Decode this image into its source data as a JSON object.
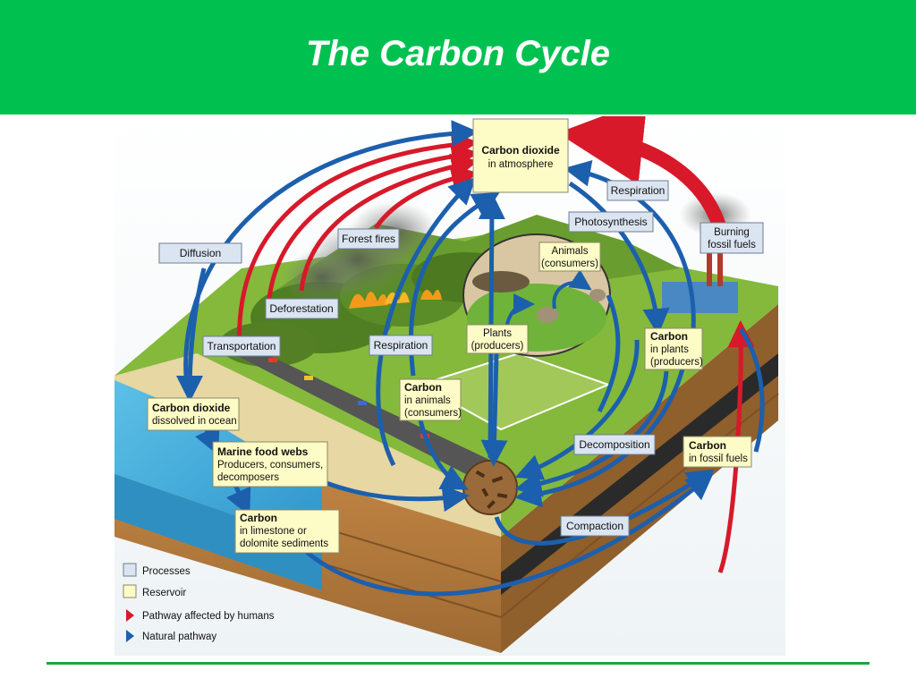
{
  "title": "The Carbon Cycle",
  "colors": {
    "title_bar": "#00c150",
    "process_box": "#dbe5f1",
    "reservoir_box": "#fdfbc6",
    "human_arrow": "#d7192a",
    "natural_arrow": "#1c5fad",
    "ocean": "#45b0dd",
    "soil": "#c88a45",
    "grass": "#7ab532"
  },
  "processes": {
    "diffusion": "Diffusion",
    "forest_fires": "Forest fires",
    "deforestation": "Deforestation",
    "transportation": "Transportation",
    "respiration_left": "Respiration",
    "respiration_top": "Respiration",
    "photosynthesis": "Photosynthesis",
    "burning_line1": "Burning",
    "burning_line2": "fossil fuels",
    "decomposition": "Decomposition",
    "compaction": "Compaction"
  },
  "reservoirs": {
    "atmosphere_bold": "Carbon dioxide",
    "atmosphere_text": "in atmosphere",
    "ocean_bold": "Carbon dioxide",
    "ocean_text": "dissolved in ocean",
    "marine_bold": "Marine food webs",
    "marine_line1": "Producers, consumers,",
    "marine_line2": "decomposers",
    "limestone_bold": "Carbon",
    "limestone_line1": "in limestone or",
    "limestone_line2": "dolomite sediments",
    "animals_bold": "Carbon",
    "animals_line1": "in animals",
    "animals_line2": "(consumers)",
    "plants_bold": "Carbon",
    "plants_line1": "in plants",
    "plants_line2": "(producers)",
    "fossil_bold": "Carbon",
    "fossil_text": "in fossil fuels",
    "inset_animals_line1": "Animals",
    "inset_animals_line2": "(consumers)",
    "inset_plants_line1": "Plants",
    "inset_plants_line2": "(producers)"
  },
  "legend": {
    "processes": "Processes",
    "reservoir": "Reservoir",
    "human": "Pathway affected by humans",
    "natural": "Natural pathway"
  }
}
